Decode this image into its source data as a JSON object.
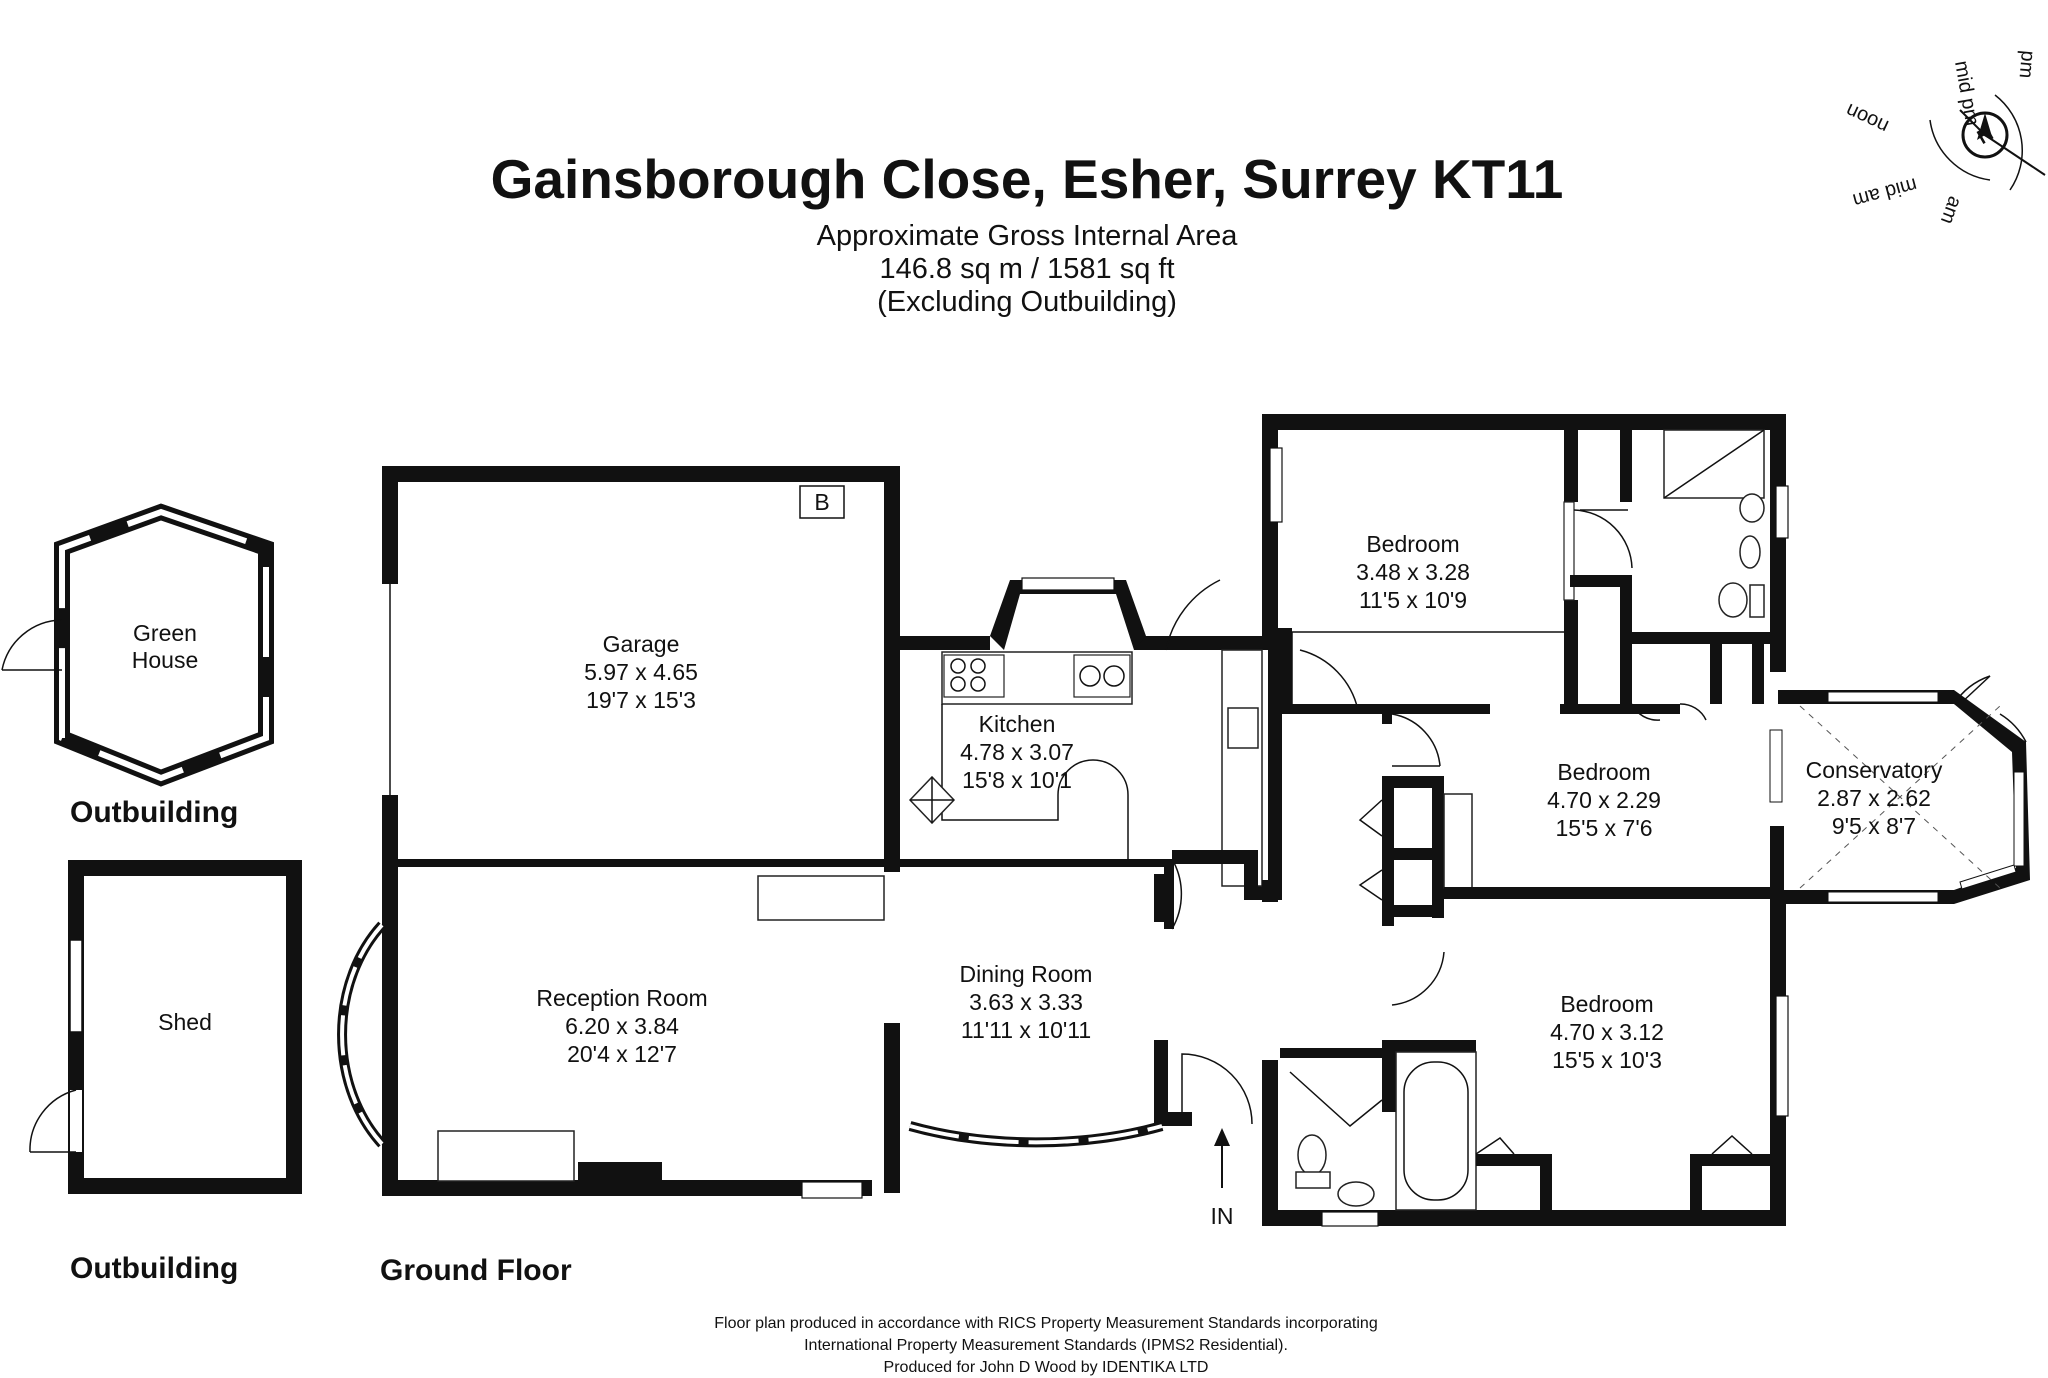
{
  "title": "Gainsborough Close, Esher, Surrey KT11",
  "area": {
    "line1": "Approximate Gross Internal Area",
    "line2": "146.8 sq m / 1581 sq ft",
    "line3": "(Excluding Outbuilding)"
  },
  "rooms": {
    "garage": {
      "name": "Garage",
      "metric": "5.97 x 4.65",
      "imperial": "19'7 x 15'3"
    },
    "kitchen": {
      "name": "Kitchen",
      "metric": "4.78 x 3.07",
      "imperial": "15'8 x 10'1"
    },
    "reception": {
      "name": "Reception Room",
      "metric": "6.20 x 3.84",
      "imperial": "20'4 x 12'7"
    },
    "dining": {
      "name": "Dining Room",
      "metric": "3.63 x 3.33",
      "imperial": "11'11 x 10'11"
    },
    "bedroom1": {
      "name": "Bedroom",
      "metric": "3.48 x 3.28",
      "imperial": "11'5 x 10'9"
    },
    "bedroom2": {
      "name": "Bedroom",
      "metric": "4.70 x 2.29",
      "imperial": "15'5 x 7'6"
    },
    "bedroom3": {
      "name": "Bedroom",
      "metric": "4.70 x 3.12",
      "imperial": "15'5 x 10'3"
    },
    "conservatory": {
      "name": "Conservatory",
      "metric": "2.87 x 2.62",
      "imperial": "9'5 x 8'7"
    },
    "greenhouse": {
      "line1": "Green",
      "line2": "House"
    },
    "shed": {
      "name": "Shed"
    }
  },
  "labels": {
    "boiler": "B",
    "entrance": "IN",
    "outbuilding_top": "Outbuilding",
    "outbuilding_bottom": "Outbuilding",
    "ground_floor": "Ground Floor"
  },
  "compass": {
    "north": "N",
    "mid_pm": "mid pm",
    "pm": "pm",
    "noon": "noon",
    "mid_am": "mid am",
    "am": "am"
  },
  "footer": {
    "line1": "Floor plan produced in accordance with RICS Property Measurement Standards incorporating",
    "line2": "International Property Measurement Standards (IPMS2 Residential).",
    "line3": "Produced for John D Wood by IDENTIKA LTD"
  }
}
